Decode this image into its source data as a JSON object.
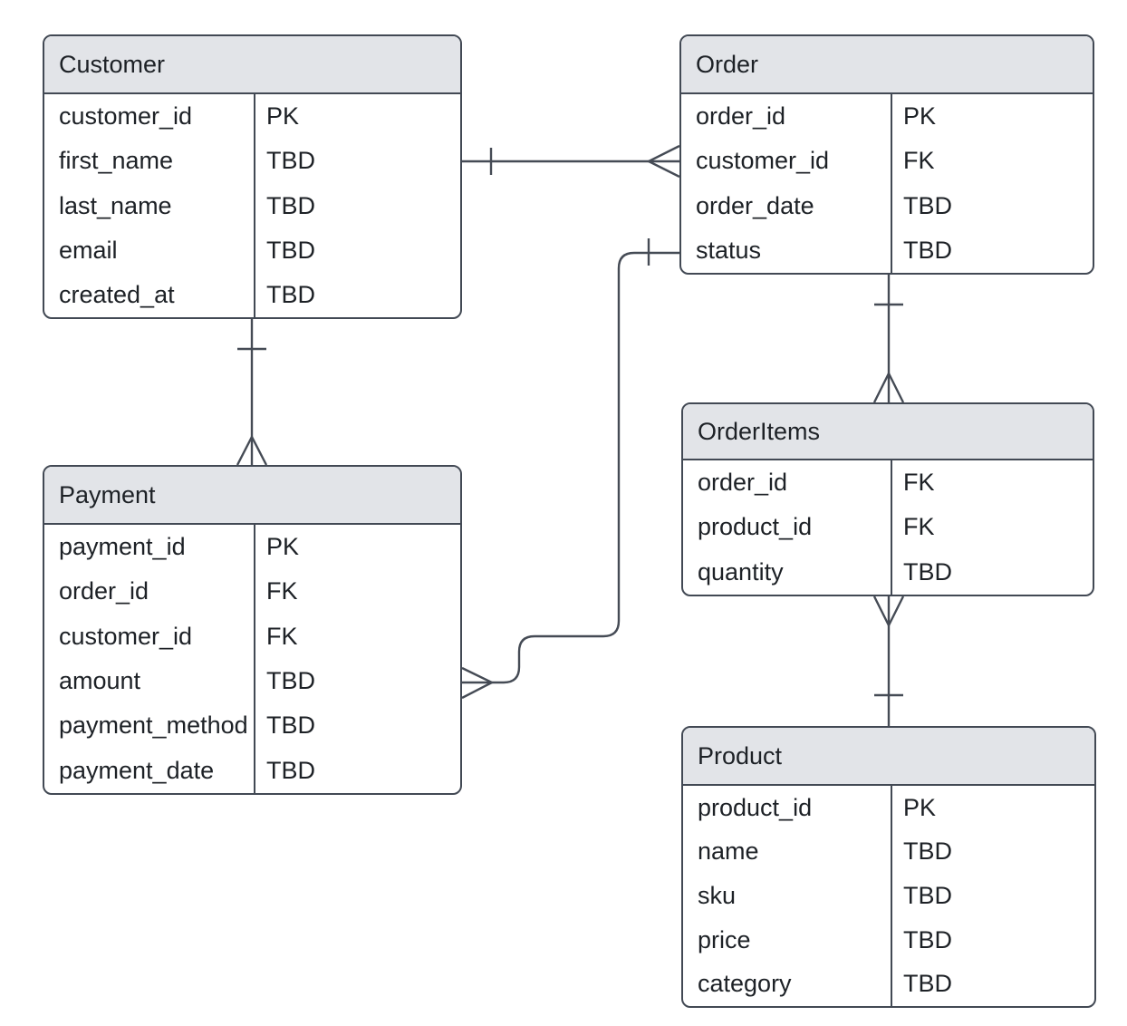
{
  "diagram": {
    "kind": "entity-relationship-diagram",
    "colors": {
      "background": "#ffffff",
      "header_fill": "#e2e4e8",
      "border": "#424954",
      "line": "#454b55",
      "text": "#1d2126"
    },
    "entities": [
      {
        "title": "Customer",
        "attributes": [
          {
            "name": "customer_id",
            "type": "PK"
          },
          {
            "name": "first_name",
            "type": "TBD"
          },
          {
            "name": "last_name",
            "type": "TBD"
          },
          {
            "name": "email",
            "type": "TBD"
          },
          {
            "name": "created_at",
            "type": "TBD"
          }
        ]
      },
      {
        "title": "Order",
        "attributes": [
          {
            "name": "order_id",
            "type": "PK"
          },
          {
            "name": "customer_id",
            "type": "FK"
          },
          {
            "name": "order_date",
            "type": "TBD"
          },
          {
            "name": "status",
            "type": "TBD"
          }
        ]
      },
      {
        "title": "Payment",
        "attributes": [
          {
            "name": "payment_id",
            "type": "PK"
          },
          {
            "name": "order_id",
            "type": "FK"
          },
          {
            "name": "customer_id",
            "type": "FK"
          },
          {
            "name": "amount",
            "type": "TBD"
          },
          {
            "name": "payment_method",
            "type": "TBD"
          },
          {
            "name": "payment_date",
            "type": "TBD"
          }
        ]
      },
      {
        "title": "OrderItems",
        "attributes": [
          {
            "name": "order_id",
            "type": "FK"
          },
          {
            "name": "product_id",
            "type": "FK"
          },
          {
            "name": "quantity",
            "type": "TBD"
          }
        ]
      },
      {
        "title": "Product",
        "attributes": [
          {
            "name": "product_id",
            "type": "PK"
          },
          {
            "name": "name",
            "type": "TBD"
          },
          {
            "name": "sku",
            "type": "TBD"
          },
          {
            "name": "price",
            "type": "TBD"
          },
          {
            "name": "category",
            "type": "TBD"
          }
        ]
      }
    ],
    "relationships": [
      {
        "from": "Customer",
        "to": "Order",
        "from_cardinality": "one",
        "to_cardinality": "many"
      },
      {
        "from": "Customer",
        "to": "Payment",
        "from_cardinality": "one",
        "to_cardinality": "many"
      },
      {
        "from": "Payment",
        "to": "Order",
        "from_cardinality": "many",
        "to_cardinality": "one"
      },
      {
        "from": "Order",
        "to": "OrderItems",
        "from_cardinality": "one",
        "to_cardinality": "many"
      },
      {
        "from": "OrderItems",
        "to": "Product",
        "from_cardinality": "many",
        "to_cardinality": "one"
      }
    ]
  }
}
